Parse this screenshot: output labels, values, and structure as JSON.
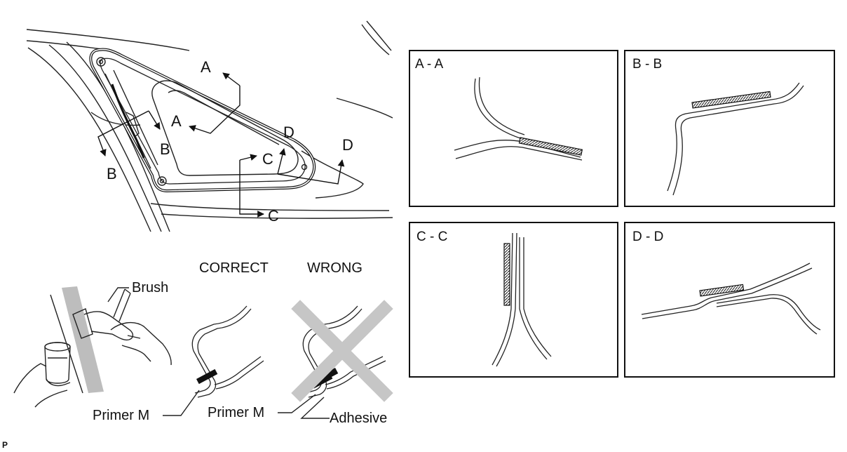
{
  "labels": {
    "section_aa": "A - A",
    "section_bb": "B - B",
    "section_cc": "C - C",
    "section_dd": "D - D",
    "callout_a": "A",
    "callout_b": "B",
    "callout_c": "C",
    "callout_d": "D",
    "correct": "CORRECT",
    "wrong": "WRONG",
    "brush": "Brush",
    "primer_m": "Primer M",
    "adhesive": "Adhesive",
    "corner_mark": "P"
  }
}
